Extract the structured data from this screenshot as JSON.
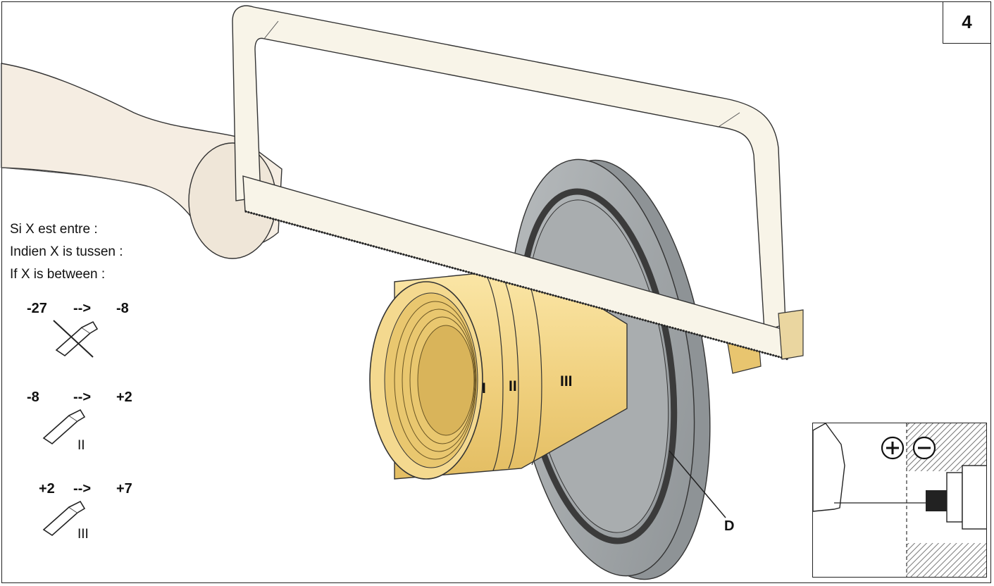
{
  "step_number": "4",
  "conditions": {
    "fr": "Si X est entre :",
    "nl": "Indien X is tussen :",
    "en": "If X is between :"
  },
  "ranges": [
    {
      "from": "-27",
      "arrow": "-->",
      "to": "-8",
      "action": "no-cut",
      "variant": ""
    },
    {
      "from": "-8",
      "arrow": "-->",
      "to": "+2",
      "action": "cut",
      "variant": "II"
    },
    {
      "from": "+2",
      "arrow": "-->",
      "to": "+7",
      "action": "cut",
      "variant": "III"
    }
  ],
  "ring_labels": {
    "r1": "I",
    "r2": "II",
    "r3": "III"
  },
  "callout_label": "D",
  "inset": {
    "plus_symbol": "plus-circle-icon",
    "minus_symbol": "minus-circle-icon"
  },
  "colors": {
    "frame_cream": "#f8f4e8",
    "pipe_brass": "#f2d487",
    "flange_grey": "#a7abad",
    "gasket_dark": "#3b3b3b",
    "wrench_cream": "#f5ede2"
  }
}
